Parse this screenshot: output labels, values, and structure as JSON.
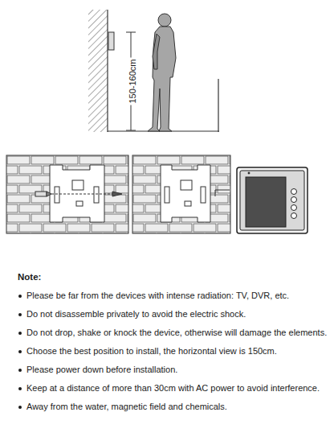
{
  "diagram": {
    "labels": [
      "150-160cm",
      "Note:",
      "Please be far from the devices with intense radiation: TV, DVR, etc.",
      "Do not disassemble privately to avoid the electric shock.",
      "Do not drop, shake or knock the device, otherwise will damage the elements.",
      "Choose the best position to install, the horizontal view is 150cm.",
      "Please power down before installation.",
      "Keep at a distance of more than 30cm with AC power to avoid interference.",
      "Away from the water, magnetic field and chemicals."
    ]
  }
}
